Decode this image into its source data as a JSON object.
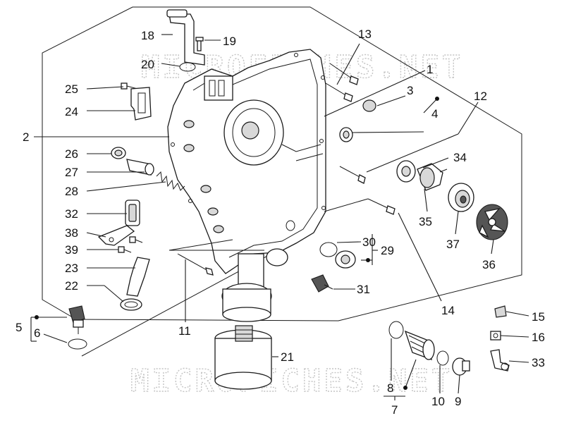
{
  "watermark": "MICROFICHES.NET",
  "labels": {
    "p1": "1",
    "p2": "2",
    "p3": "3",
    "p4": "4",
    "p5": "5",
    "p6": "6",
    "p7": "7",
    "p8": "8",
    "p9": "9",
    "p10": "10",
    "p11": "11",
    "p12": "12",
    "p13": "13",
    "p14": "14",
    "p15": "15",
    "p16": "16",
    "p18": "18",
    "p19": "19",
    "p20": "20",
    "p21": "21",
    "p22": "22",
    "p23": "23",
    "p24": "24",
    "p25": "25",
    "p26": "26",
    "p27": "27",
    "p28": "28",
    "p29": "29",
    "p30": "30",
    "p31": "31",
    "p32": "32",
    "p33": "33",
    "p34": "34",
    "p35": "35",
    "p36": "36",
    "p37": "37",
    "p38": "38",
    "p39": "39"
  }
}
